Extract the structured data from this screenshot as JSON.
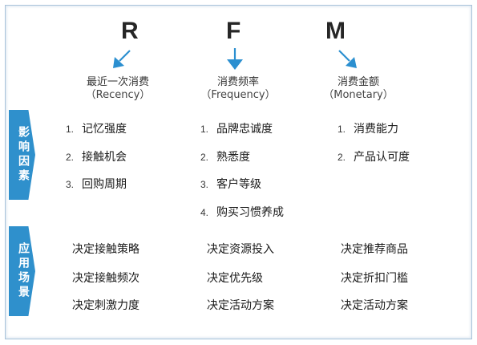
{
  "columns": [
    {
      "letter": "R",
      "title": "最近一次消费",
      "subtitle": "（Recency）",
      "factors": [
        {
          "num": "1.",
          "text": "记忆强度"
        },
        {
          "num": "2.",
          "text": "接触机会"
        },
        {
          "num": "3.",
          "text": "回购周期"
        }
      ],
      "scenarios": [
        "决定接触策略",
        "决定接触频次",
        "决定刺激力度"
      ]
    },
    {
      "letter": "F",
      "title": "消费频率",
      "subtitle": "（Frequency）",
      "factors": [
        {
          "num": "1.",
          "text": "品牌忠诚度"
        },
        {
          "num": "2.",
          "text": "熟悉度"
        },
        {
          "num": "3.",
          "text": "客户等级"
        },
        {
          "num": "4.",
          "text": "购买习惯养成"
        }
      ],
      "scenarios": [
        "决定资源投入",
        "决定优先级",
        "决定活动方案"
      ]
    },
    {
      "letter": "M",
      "title": "消费金额",
      "subtitle": "（Monetary）",
      "factors": [
        {
          "num": "1.",
          "text": "消费能力"
        },
        {
          "num": "2.",
          "text": "产品认可度"
        }
      ],
      "scenarios": [
        "决定推荐商品",
        "决定折扣门槛",
        "决定活动方案"
      ]
    }
  ],
  "side_tabs": {
    "factors": "影响因素",
    "scenarios": "应用场景"
  },
  "colors": {
    "accent": "#2f90cc",
    "arrow": "#2b8fd0",
    "border": "#a9c3da"
  }
}
